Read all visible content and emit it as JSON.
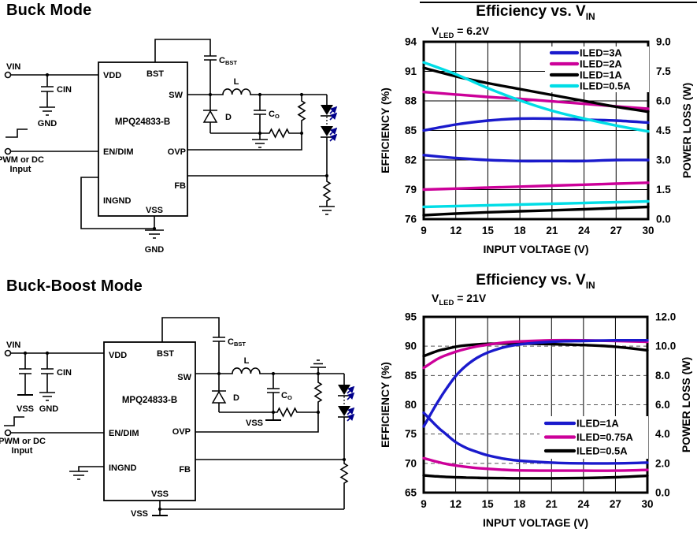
{
  "page": {
    "background": "#ffffff"
  },
  "circuits": {
    "buck": {
      "title": "Buck Mode",
      "chip": "MPQ24833-B",
      "pins": {
        "vdd": "VDD",
        "bst": "BST",
        "sw": "SW",
        "en_dim": "EN/DIM",
        "ovp": "OVP",
        "fb": "FB",
        "ingnd": "INGND",
        "vss": "VSS"
      },
      "labels": {
        "vin": "VIN",
        "cin": "CIN",
        "cin_gnd": "GND",
        "pwm_line1": "PWM or DC",
        "pwm_line2": "Input",
        "cbst_base": "C",
        "cbst_sub": "BST",
        "inductor": "L",
        "diode": "D",
        "co_base": "C",
        "co_sub": "O",
        "bottom_gnd": "GND"
      }
    },
    "buck_boost": {
      "title": "Buck-Boost Mode",
      "chip": "MPQ24833-B",
      "pins": {
        "vdd": "VDD",
        "bst": "BST",
        "sw": "SW",
        "en_dim": "EN/DIM",
        "ovp": "OVP",
        "fb": "FB",
        "ingnd": "INGND",
        "vss": "VSS"
      },
      "labels": {
        "vin": "VIN",
        "vss_rail": "VSS",
        "cin": "CIN",
        "cin_gnd": "GND",
        "pwm_line1": "PWM or DC",
        "pwm_line2": "Input",
        "cbst_base": "C",
        "cbst_sub": "BST",
        "inductor": "L",
        "diode": "D",
        "co_base": "C",
        "co_sub": "O",
        "co_vss": "VSS",
        "bottom_vss": "VSS"
      }
    }
  },
  "chart_data": [
    {
      "type": "line",
      "title": "Efficiency vs. VIN",
      "title_prefix": "Efficiency vs. V",
      "title_subscript": "IN",
      "subtitle": "VLED = 6.2V",
      "subtitle_prefix": "V",
      "subtitle_subscript": "LED",
      "subtitle_rest": " = 6.2V",
      "xlabel": "INPUT VOLTAGE  (V)",
      "ylabel_left": "EFFICIENCY  (%)",
      "ylabel_right": "POWER LOSS (W)",
      "xlim": [
        9,
        30
      ],
      "x_ticks": [
        9,
        12,
        15,
        18,
        21,
        24,
        27,
        30
      ],
      "ylim_left": [
        76,
        94
      ],
      "y_ticks_left": [
        76,
        79,
        82,
        85,
        88,
        91,
        94
      ],
      "ylim_right": [
        0,
        9
      ],
      "y_ticks_right": [
        "0.0",
        "1.5",
        "3.0",
        "4.5",
        "6.0",
        "7.5",
        "9.0"
      ],
      "grid_y_dashed": false,
      "legend_position": "top-right",
      "legend_entries": [
        {
          "label": "ILED=3A",
          "color": "#1a1acc"
        },
        {
          "label": "ILED=2A",
          "color": "#cc0099"
        },
        {
          "label": "ILED=1A",
          "color": "#000000"
        },
        {
          "label": "ILED=0.5A",
          "color": "#00dde6"
        }
      ],
      "series": [
        {
          "name": "ILED=3A efficiency",
          "color": "#1a1acc",
          "axis": "left",
          "x": [
            9,
            12,
            15,
            18,
            21,
            24,
            27,
            30
          ],
          "values": [
            85.0,
            85.6,
            86.0,
            86.2,
            86.2,
            86.1,
            86.0,
            85.8
          ]
        },
        {
          "name": "ILED=2A efficiency",
          "color": "#cc0099",
          "axis": "left",
          "x": [
            9,
            12,
            15,
            18,
            21,
            24,
            27,
            30
          ],
          "values": [
            88.9,
            88.65,
            88.4,
            88.2,
            87.95,
            87.7,
            87.45,
            87.2
          ]
        },
        {
          "name": "ILED=1A efficiency",
          "color": "#000000",
          "axis": "left",
          "x": [
            9,
            12,
            15,
            18,
            21,
            24,
            27,
            30
          ],
          "values": [
            91.35,
            90.5,
            89.8,
            89.2,
            88.6,
            88.0,
            87.4,
            86.9
          ]
        },
        {
          "name": "ILED=0.5A efficiency",
          "color": "#00dde6",
          "axis": "left",
          "x": [
            9,
            12,
            15,
            18,
            21,
            24,
            27,
            30
          ],
          "values": [
            91.9,
            90.7,
            89.3,
            88.05,
            87.0,
            86.2,
            85.5,
            84.9
          ]
        },
        {
          "name": "ILED=3A power loss",
          "color": "#1a1acc",
          "axis": "right",
          "x": [
            9,
            12,
            15,
            18,
            21,
            24,
            27,
            30
          ],
          "values": [
            3.25,
            3.1,
            3.0,
            2.95,
            2.95,
            2.95,
            3.0,
            3.0
          ]
        },
        {
          "name": "ILED=2A power loss",
          "color": "#cc0099",
          "axis": "right",
          "x": [
            9,
            12,
            15,
            18,
            21,
            24,
            27,
            30
          ],
          "values": [
            1.5,
            1.55,
            1.6,
            1.65,
            1.7,
            1.75,
            1.8,
            1.85
          ]
        },
        {
          "name": "ILED=1A power loss",
          "color": "#000000",
          "axis": "right",
          "x": [
            9,
            12,
            15,
            18,
            21,
            24,
            27,
            30
          ],
          "values": [
            0.2,
            0.28,
            0.35,
            0.4,
            0.45,
            0.5,
            0.56,
            0.62
          ]
        },
        {
          "name": "ILED=0.5A power loss",
          "color": "#00dde6",
          "axis": "right",
          "x": [
            9,
            12,
            15,
            18,
            21,
            24,
            27,
            30
          ],
          "values": [
            0.62,
            0.66,
            0.7,
            0.74,
            0.78,
            0.82,
            0.86,
            0.9
          ]
        }
      ]
    },
    {
      "type": "line",
      "title": "Efficiency vs. VIN",
      "title_prefix": "Efficiency vs. V",
      "title_subscript": "IN",
      "subtitle": "VLED = 21V",
      "subtitle_prefix": "V",
      "subtitle_subscript": "LED",
      "subtitle_rest": " = 21V",
      "xlabel": "INPUT VOLTAGE  (V)",
      "ylabel_left": "EFFICIENCY  (%)",
      "ylabel_right": "POWER LOSS (W)",
      "xlim": [
        9,
        30
      ],
      "x_ticks": [
        9,
        12,
        15,
        18,
        21,
        24,
        27,
        30
      ],
      "ylim_left": [
        65,
        95
      ],
      "y_ticks_left": [
        65,
        70,
        75,
        80,
        85,
        90,
        95
      ],
      "ylim_right": [
        0,
        12
      ],
      "y_ticks_right": [
        "0.0",
        "2.0",
        "4.0",
        "6.0",
        "8.0",
        "10.0",
        "12.0"
      ],
      "grid_y_dashed": true,
      "legend_position": "mid-right",
      "legend_entries": [
        {
          "label": "ILED=1A",
          "color": "#1a1acc"
        },
        {
          "label": "ILED=0.75A",
          "color": "#cc0099"
        },
        {
          "label": "ILED=0.5A",
          "color": "#000000"
        }
      ],
      "series": [
        {
          "name": "ILED=0.5A efficiency",
          "color": "#000000",
          "axis": "left",
          "x": [
            9,
            10,
            10.5,
            11,
            12,
            13,
            14,
            15,
            16.5,
            18,
            21,
            24,
            27,
            30
          ],
          "values": [
            88.3,
            89.0,
            89.3,
            89.5,
            89.9,
            90.15,
            90.3,
            90.4,
            90.45,
            90.45,
            90.35,
            90.2,
            89.9,
            89.3
          ]
        },
        {
          "name": "ILED=0.75A efficiency",
          "color": "#cc0099",
          "axis": "left",
          "x": [
            9,
            10,
            10.5,
            11,
            12,
            13,
            14,
            15,
            16.5,
            18,
            21,
            24,
            27,
            30
          ],
          "values": [
            86.3,
            87.5,
            88.0,
            88.4,
            89.05,
            89.55,
            89.95,
            90.25,
            90.6,
            90.8,
            91.0,
            91.0,
            90.9,
            90.75
          ]
        },
        {
          "name": "ILED=1A efficiency",
          "color": "#1a1acc",
          "axis": "left",
          "x": [
            9,
            10,
            10.5,
            11,
            12,
            13,
            14,
            15,
            16.5,
            18,
            21,
            24,
            27,
            30
          ],
          "values": [
            76.3,
            79.5,
            81.0,
            82.4,
            84.9,
            86.7,
            88.0,
            88.9,
            89.8,
            90.3,
            90.75,
            90.9,
            91.0,
            91.0
          ]
        },
        {
          "name": "ILED=0.5A power loss",
          "color": "#000000",
          "axis": "right",
          "x": [
            9,
            10,
            10.5,
            11,
            12,
            13,
            14,
            15,
            16.5,
            18,
            21,
            24,
            27,
            30
          ],
          "values": [
            1.18,
            1.12,
            1.1,
            1.08,
            1.05,
            1.03,
            1.01,
            1.0,
            0.99,
            0.98,
            0.98,
            1.0,
            1.05,
            1.15
          ]
        },
        {
          "name": "ILED=0.75A power loss",
          "color": "#cc0099",
          "axis": "right",
          "x": [
            9,
            10,
            10.5,
            11,
            12,
            13,
            14,
            15,
            16.5,
            18,
            21,
            24,
            27,
            30
          ],
          "values": [
            2.35,
            2.15,
            2.06,
            1.98,
            1.85,
            1.76,
            1.68,
            1.63,
            1.56,
            1.52,
            1.5,
            1.5,
            1.5,
            1.55
          ]
        },
        {
          "name": "ILED=1A power loss",
          "color": "#1a1acc",
          "axis": "right",
          "x": [
            9,
            10,
            10.5,
            11,
            12,
            13,
            14,
            15,
            16.5,
            18,
            21,
            24,
            27,
            30
          ],
          "values": [
            5.45,
            4.7,
            4.35,
            4.05,
            3.45,
            3.05,
            2.78,
            2.55,
            2.32,
            2.18,
            2.05,
            2.0,
            2.0,
            2.05
          ]
        }
      ]
    }
  ]
}
